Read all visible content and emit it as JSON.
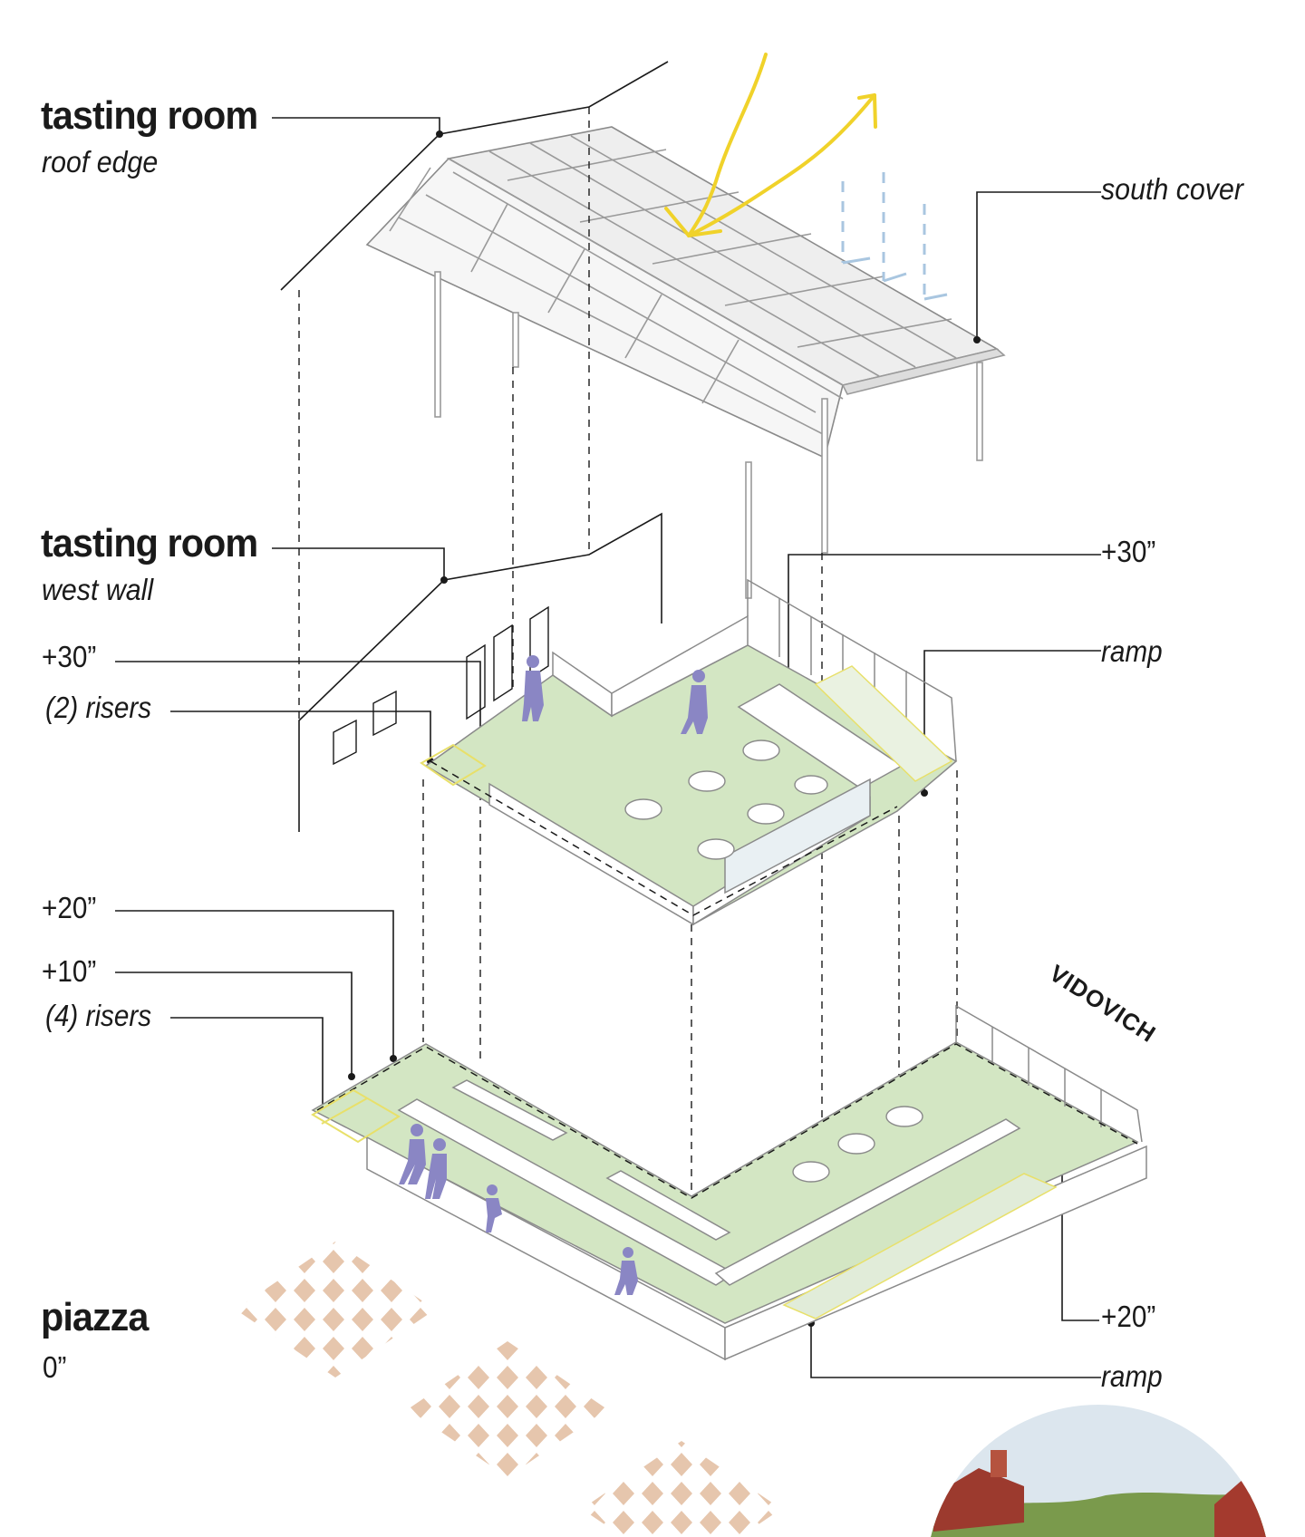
{
  "labels": {
    "roof_title": "tasting room",
    "roof_sub": "roof edge",
    "south_cover": "south cover",
    "wall_title": "tasting room",
    "wall_sub": "west wall",
    "upper_plus30_left": "+30”",
    "upper_risers": "(2) risers",
    "upper_plus30_right": "+30”",
    "upper_ramp": "ramp",
    "lower_plus20_left": "+20”",
    "lower_plus10": "+10”",
    "lower_risers": "(4) risers",
    "brand": "VIDOVICH",
    "piazza_title": "piazza",
    "piazza_sub": "0”",
    "lower_plus20_right": "+20”",
    "lower_ramp": "ramp"
  },
  "colors": {
    "deck_green": "#d3e6c3",
    "people": "#8a86c4",
    "sun_arrow": "#f0d22a",
    "wind_arrow": "#a9c6e0",
    "paver": "#e6c6ad",
    "linework": "#1a1a1a"
  }
}
